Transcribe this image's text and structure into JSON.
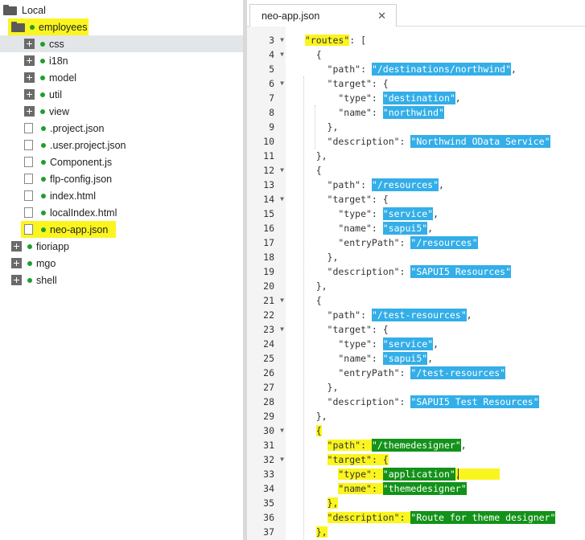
{
  "tree": {
    "items": [
      {
        "label": "Local",
        "type": "open-folder",
        "indent": 0
      },
      {
        "label": "employees",
        "type": "open-folder",
        "indent": 1,
        "dot": true,
        "highlight": true
      },
      {
        "label": "css",
        "type": "folder",
        "indent": 2,
        "dot": true,
        "selected": true
      },
      {
        "label": "i18n",
        "type": "folder",
        "indent": 2,
        "dot": true
      },
      {
        "label": "model",
        "type": "folder",
        "indent": 2,
        "dot": true
      },
      {
        "label": "util",
        "type": "folder",
        "indent": 2,
        "dot": true
      },
      {
        "label": "view",
        "type": "folder",
        "indent": 2,
        "dot": true
      },
      {
        "label": ".project.json",
        "type": "file",
        "indent": 2,
        "dot": true
      },
      {
        "label": ".user.project.json",
        "type": "file",
        "indent": 2,
        "dot": true
      },
      {
        "label": "Component.js",
        "type": "file",
        "indent": 2,
        "dot": true
      },
      {
        "label": "flp-config.json",
        "type": "file",
        "indent": 2,
        "dot": true
      },
      {
        "label": "index.html",
        "type": "file",
        "indent": 2,
        "dot": true
      },
      {
        "label": "localIndex.html",
        "type": "file",
        "indent": 2,
        "dot": true
      },
      {
        "label": "neo-app.json",
        "type": "file",
        "indent": 2,
        "dot": true,
        "highlight": true
      },
      {
        "label": "fioriapp",
        "type": "folder",
        "indent": 1,
        "dot": true
      },
      {
        "label": "mgo",
        "type": "folder",
        "indent": 1,
        "dot": true
      },
      {
        "label": "shell",
        "type": "folder",
        "indent": 1,
        "dot": true
      }
    ]
  },
  "editor": {
    "tab_label": "neo-app.json",
    "tab_close": "✕",
    "lines": [
      {
        "n": "3",
        "fold": true,
        "parts": [
          [
            "  ",
            ""
          ],
          [
            "\"routes\"",
            "y"
          ],
          [
            ": [",
            ""
          ]
        ]
      },
      {
        "n": "4",
        "fold": true,
        "parts": [
          [
            "    {",
            ""
          ]
        ]
      },
      {
        "n": "5",
        "fold": false,
        "parts": [
          [
            "      \"path\": ",
            ""
          ],
          [
            "\"/destinations/northwind\"",
            "b"
          ],
          [
            ",",
            ""
          ]
        ]
      },
      {
        "n": "6",
        "fold": true,
        "parts": [
          [
            "      \"target\": {",
            ""
          ]
        ]
      },
      {
        "n": "7",
        "fold": false,
        "parts": [
          [
            "        \"type\": ",
            ""
          ],
          [
            "\"destination\"",
            "b"
          ],
          [
            ",",
            ""
          ]
        ]
      },
      {
        "n": "8",
        "fold": false,
        "parts": [
          [
            "        \"name\": ",
            ""
          ],
          [
            "\"northwind\"",
            "b"
          ]
        ]
      },
      {
        "n": "9",
        "fold": false,
        "parts": [
          [
            "      },",
            ""
          ]
        ]
      },
      {
        "n": "10",
        "fold": false,
        "parts": [
          [
            "      \"description\": ",
            ""
          ],
          [
            "\"Northwind OData Service\"",
            "b"
          ]
        ]
      },
      {
        "n": "11",
        "fold": false,
        "parts": [
          [
            "    },",
            ""
          ]
        ]
      },
      {
        "n": "12",
        "fold": true,
        "parts": [
          [
            "    {",
            ""
          ]
        ]
      },
      {
        "n": "13",
        "fold": false,
        "parts": [
          [
            "      \"path\": ",
            ""
          ],
          [
            "\"/resources\"",
            "b"
          ],
          [
            ",",
            ""
          ]
        ]
      },
      {
        "n": "14",
        "fold": true,
        "parts": [
          [
            "      \"target\": {",
            ""
          ]
        ]
      },
      {
        "n": "15",
        "fold": false,
        "parts": [
          [
            "        \"type\": ",
            ""
          ],
          [
            "\"service\"",
            "b"
          ],
          [
            ",",
            ""
          ]
        ]
      },
      {
        "n": "16",
        "fold": false,
        "parts": [
          [
            "        \"name\": ",
            ""
          ],
          [
            "\"sapui5\"",
            "b"
          ],
          [
            ",",
            ""
          ]
        ]
      },
      {
        "n": "17",
        "fold": false,
        "parts": [
          [
            "        \"entryPath\": ",
            ""
          ],
          [
            "\"/resources\"",
            "b"
          ]
        ]
      },
      {
        "n": "18",
        "fold": false,
        "parts": [
          [
            "      },",
            ""
          ]
        ]
      },
      {
        "n": "19",
        "fold": false,
        "parts": [
          [
            "      \"description\": ",
            ""
          ],
          [
            "\"SAPUI5 Resources\"",
            "b"
          ]
        ]
      },
      {
        "n": "20",
        "fold": false,
        "parts": [
          [
            "    },",
            ""
          ]
        ]
      },
      {
        "n": "21",
        "fold": true,
        "parts": [
          [
            "    {",
            ""
          ]
        ]
      },
      {
        "n": "22",
        "fold": false,
        "parts": [
          [
            "      \"path\": ",
            ""
          ],
          [
            "\"/test-resources\"",
            "b"
          ],
          [
            ",",
            ""
          ]
        ]
      },
      {
        "n": "23",
        "fold": true,
        "parts": [
          [
            "      \"target\": {",
            ""
          ]
        ]
      },
      {
        "n": "24",
        "fold": false,
        "parts": [
          [
            "        \"type\": ",
            ""
          ],
          [
            "\"service\"",
            "b"
          ],
          [
            ",",
            ""
          ]
        ]
      },
      {
        "n": "25",
        "fold": false,
        "parts": [
          [
            "        \"name\": ",
            ""
          ],
          [
            "\"sapui5\"",
            "b"
          ],
          [
            ",",
            ""
          ]
        ]
      },
      {
        "n": "26",
        "fold": false,
        "parts": [
          [
            "        \"entryPath\": ",
            ""
          ],
          [
            "\"/test-resources\"",
            "b"
          ]
        ]
      },
      {
        "n": "27",
        "fold": false,
        "parts": [
          [
            "      },",
            ""
          ]
        ]
      },
      {
        "n": "28",
        "fold": false,
        "parts": [
          [
            "      \"description\": ",
            ""
          ],
          [
            "\"SAPUI5 Test Resources\"",
            "b"
          ]
        ]
      },
      {
        "n": "29",
        "fold": false,
        "parts": [
          [
            "    },",
            ""
          ]
        ]
      },
      {
        "n": "30",
        "fold": true,
        "parts": [
          [
            "    ",
            ""
          ],
          [
            "{",
            "y"
          ]
        ]
      },
      {
        "n": "31",
        "fold": false,
        "parts": [
          [
            "      ",
            ""
          ],
          [
            "\"path\"",
            "y"
          ],
          [
            ": ",
            "y"
          ],
          [
            "\"/themedesigner\"",
            "g"
          ],
          [
            ",",
            ""
          ]
        ]
      },
      {
        "n": "32",
        "fold": true,
        "parts": [
          [
            "      ",
            ""
          ],
          [
            "\"target\"",
            "y"
          ],
          [
            ": {",
            "y"
          ]
        ]
      },
      {
        "n": "33",
        "fold": false,
        "active": true,
        "parts": [
          [
            "        ",
            ""
          ],
          [
            "\"type\"",
            "y"
          ],
          [
            ": ",
            "y"
          ],
          [
            "\"application\"",
            "g"
          ],
          [
            ",",
            "y"
          ],
          [
            "       ",
            "y"
          ]
        ]
      },
      {
        "n": "34",
        "fold": false,
        "parts": [
          [
            "        ",
            ""
          ],
          [
            "\"name\"",
            "y"
          ],
          [
            ": ",
            "y"
          ],
          [
            "\"themedesigner\"",
            "g"
          ]
        ]
      },
      {
        "n": "35",
        "fold": false,
        "parts": [
          [
            "      ",
            ""
          ],
          [
            "},",
            "y"
          ]
        ]
      },
      {
        "n": "36",
        "fold": false,
        "parts": [
          [
            "      ",
            ""
          ],
          [
            "\"description\"",
            "y"
          ],
          [
            ": ",
            "y"
          ],
          [
            "\"Route for theme designer\"",
            "g"
          ]
        ]
      },
      {
        "n": "37",
        "fold": false,
        "parts": [
          [
            "    ",
            ""
          ],
          [
            "},",
            "y"
          ]
        ]
      }
    ]
  },
  "colors": {
    "highlight_yellow": "#fbf51f",
    "highlight_blue": "#33aee8",
    "highlight_green": "#139219",
    "status_dot": "#1f9e2f"
  }
}
